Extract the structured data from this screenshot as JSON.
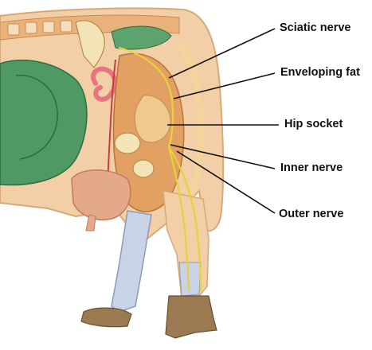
{
  "labels": {
    "sciatic_nerve": "Sciatic nerve",
    "enveloping_fat": "Enveloping fat",
    "hip_socket": "Hip socket",
    "inner_nerve": "Inner nerve",
    "outer_nerve": "Outer nerve"
  },
  "colors": {
    "skin_outline": "#e9b98c",
    "muscle": "#d9894f",
    "fat": "#f0c98e",
    "nerve": "#e6d23a",
    "intestine": "#3e8a57",
    "organ_pink": "#e7747f",
    "leg_pale": "#c9d3e6",
    "hoof": "#9b7a52",
    "leader_line": "#111111"
  }
}
